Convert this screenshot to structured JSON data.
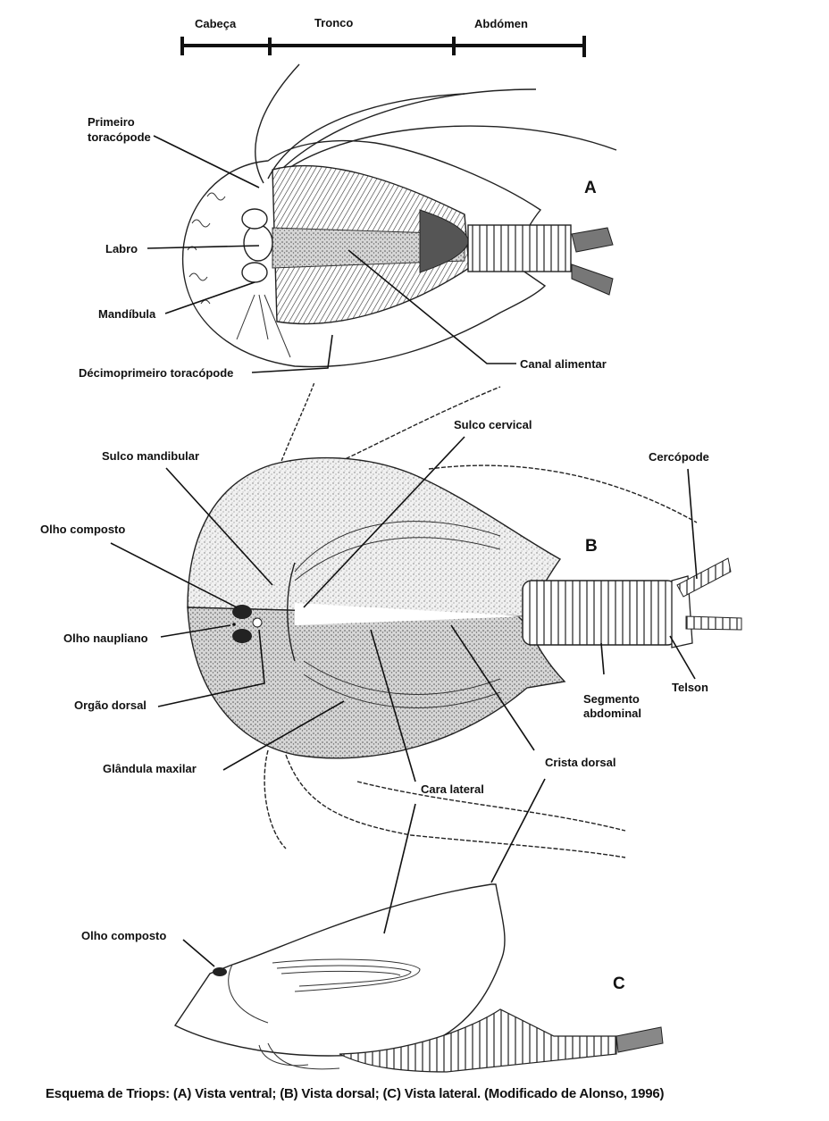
{
  "scale_bar": {
    "segments": [
      "Cabeça",
      "Tronco",
      "Abdómen"
    ]
  },
  "views": {
    "A": {
      "letter": "A",
      "name": "Vista ventral",
      "labels": {
        "primeiro_1": "Primeiro",
        "primeiro_2": "toracópode",
        "labro": "Labro",
        "mandibula": "Mandíbula",
        "decimo": "Décimoprimeiro toracópode",
        "canal": "Canal alimentar"
      }
    },
    "B": {
      "letter": "B",
      "name": "Vista dorsal",
      "labels": {
        "sulco_mandibular": "Sulco mandibular",
        "sulco_cervical": "Sulco cervical",
        "cercopode": "Cercópode",
        "olho_composto": "Olho composto",
        "olho_naupliano": "Olho naupliano",
        "orgao_dorsal": "Orgão dorsal",
        "glandula": "Glândula maxilar",
        "segmento_1": "Segmento",
        "segmento_2": "abdominal",
        "telson": "Telson",
        "crista": "Crista dorsal",
        "cara": "Cara lateral"
      }
    },
    "C": {
      "letter": "C",
      "name": "Vista lateral",
      "labels": {
        "olho_composto": "Olho composto"
      }
    }
  },
  "caption": "Esquema de Triops: (A) Vista ventral; (B) Vista dorsal; (C) Vista lateral. (Modificado de Alonso, 1996)"
}
